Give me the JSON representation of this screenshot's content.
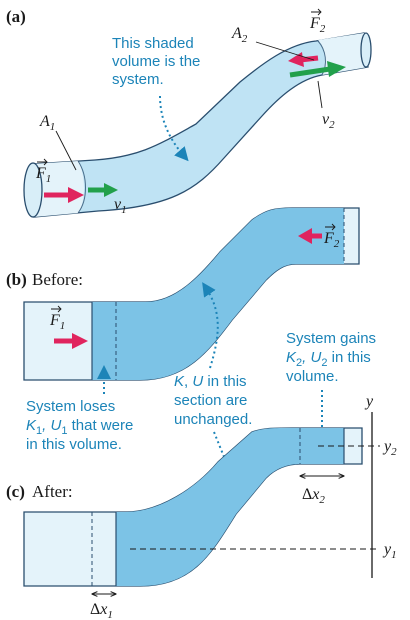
{
  "colors": {
    "system_fill": "#7cc3e6",
    "pipe_fill": "#d8eef8",
    "pipe_stroke": "#2a4e6e",
    "note_text": "#1c84b8",
    "force_arrow": "#e0245e",
    "velocity_arrow": "#22a04b"
  },
  "panel_a": {
    "label": "(a)",
    "note_lines": [
      "This shaded",
      "volume is the",
      "system."
    ],
    "area1": "A",
    "area1_sub": "1",
    "area2": "A",
    "area2_sub": "2",
    "force1": "F",
    "force1_sub": "1",
    "force2": "F",
    "force2_sub": "2",
    "velocity1": "v",
    "velocity1_sub": "1",
    "velocity2": "v",
    "velocity2_sub": "2"
  },
  "panel_b": {
    "label": "(b)",
    "caption": "Before:",
    "force1": "F",
    "force1_sub": "1",
    "force2": "F",
    "force2_sub": "2",
    "note_gains_line1": "System gains",
    "note_gains_line2_k": "K",
    "note_gains_line2_k_sub": "2",
    "note_gains_line2_u": ", U",
    "note_gains_line2_u_sub": "2",
    "note_gains_line2_rest": " in this",
    "note_gains_line3": "volume.",
    "note_loses_line1": "System loses",
    "note_loses_line2_k": "K",
    "note_loses_line2_k_sub": "1",
    "note_loses_line2_u": ", U",
    "note_loses_line2_u_sub": "1",
    "note_loses_line2_rest": " that were",
    "note_loses_line3": "in this volume.",
    "note_mid_line1_k": "K",
    "note_mid_line1_comma": ", ",
    "note_mid_line1_u": "U",
    "note_mid_line1_rest": " in this",
    "note_mid_line2": "section are",
    "note_mid_line3": "unchanged."
  },
  "panel_c": {
    "label": "(c)",
    "caption": "After:",
    "axis_label": "y",
    "y1": "y",
    "y1_sub": "1",
    "y2": "y",
    "y2_sub": "2",
    "dx1_delta": "Δ",
    "dx1_x": "x",
    "dx1_sub": "1",
    "dx2_delta": "Δ",
    "dx2_x": "x",
    "dx2_sub": "2"
  }
}
